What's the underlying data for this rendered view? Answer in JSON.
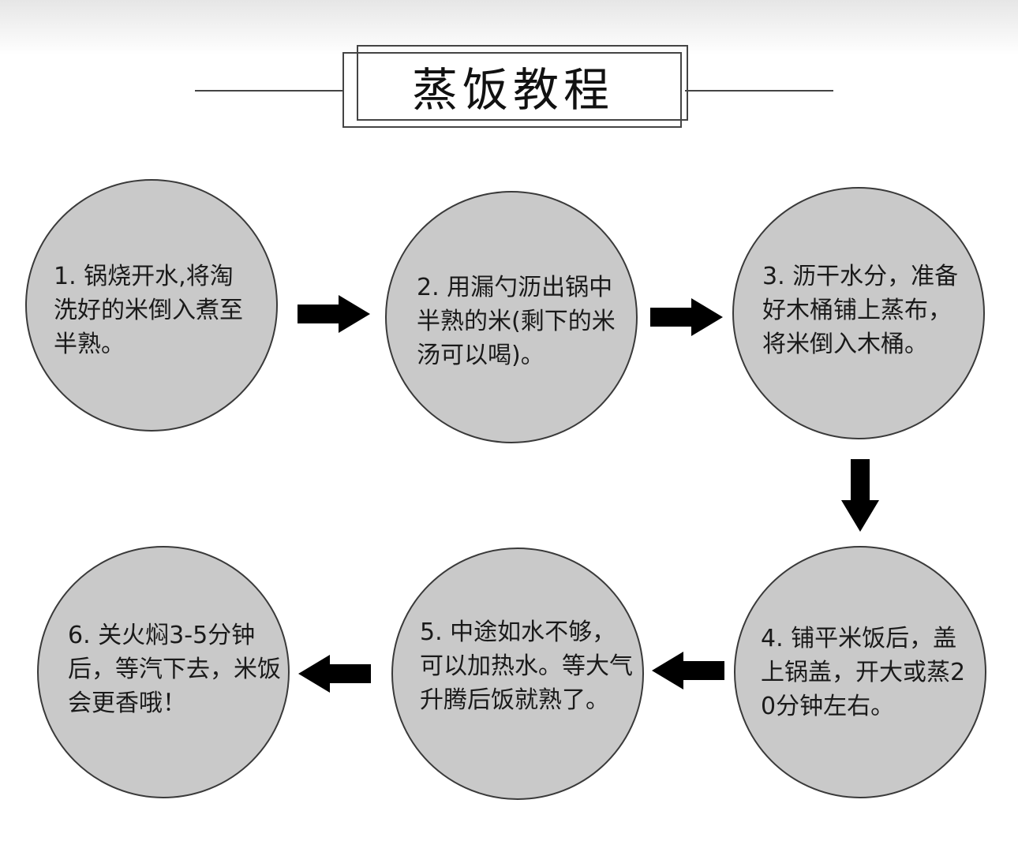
{
  "title": "蒸饭教程",
  "colors": {
    "circle_fill": "#c9c9c9",
    "circle_border": "#3a3a3a",
    "arrow": "#000000",
    "text": "#1a1a1a"
  },
  "steps": [
    {
      "text": "1. 锅烧开水,将淘洗好的米倒入煮至半熟。"
    },
    {
      "text": "2. 用漏勺沥出锅中半熟的米(剩下的米汤可以喝)。"
    },
    {
      "text": "3. 沥干水分，准备好木桶铺上蒸布，将米倒入木桶。"
    },
    {
      "text": "4. 铺平米饭后，盖上锅盖，开大或蒸20分钟左右。"
    },
    {
      "text": "5. 中途如水不够，可以加热水。等大气升腾后饭就熟了。"
    },
    {
      "text": "6. 关火焖3-5分钟后，等汽下去，米饭会更香哦！"
    }
  ],
  "arrows": [
    {
      "icon": "arrow-right-icon"
    },
    {
      "icon": "arrow-right-icon"
    },
    {
      "icon": "arrow-down-icon"
    },
    {
      "icon": "arrow-left-icon"
    },
    {
      "icon": "arrow-left-icon"
    }
  ]
}
